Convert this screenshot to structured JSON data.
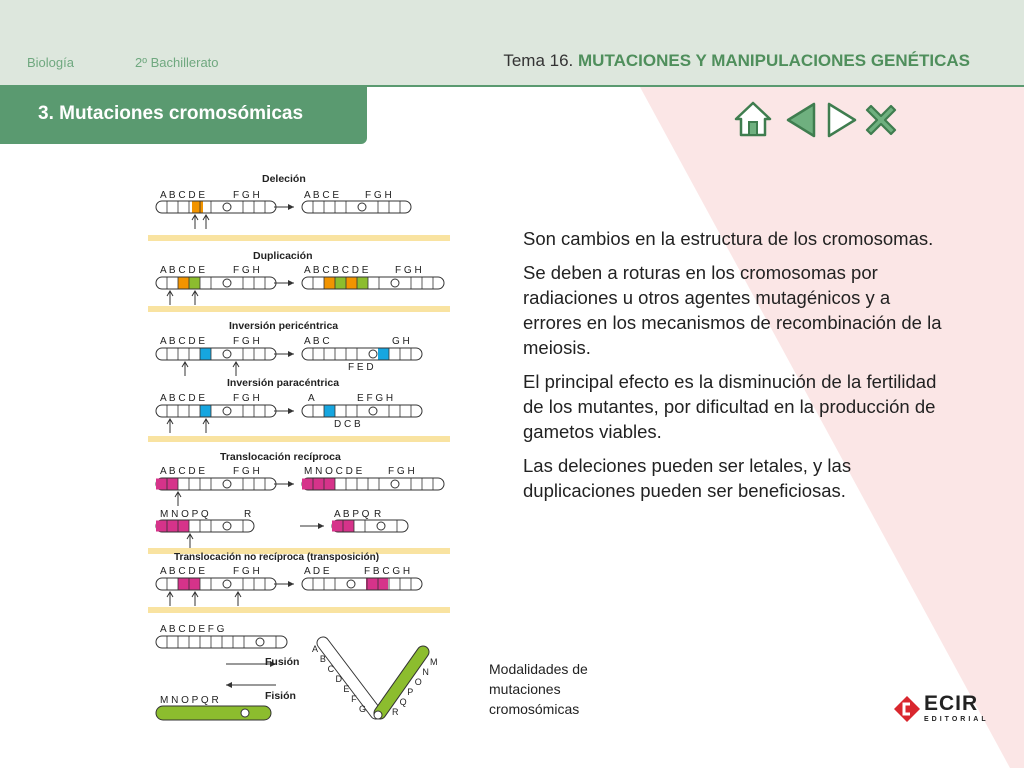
{
  "header": {
    "subject": "Biología",
    "course": "2º Bachillerato",
    "tema_prefix": "Tema 16.",
    "tema_title": "MUTACIONES Y MANIPULACIONES GENÉTICAS"
  },
  "section": {
    "title": "3. Mutaciones cromosómicas"
  },
  "nav": [
    "home-icon",
    "previous-icon",
    "next-icon",
    "close-icon"
  ],
  "body": [
    "Son cambios en la estructura de los cromosomas.",
    "Se deben a roturas en los cromosomas por radiaciones u otros agentes mutagénicos y a errores en los mecanismos de recombinación de la meiosis.",
    "El principal efecto es la disminución de la fertilidad de los mutantes, por dificultad en la producción de gametos viables.",
    "Las deleciones pueden ser letales, y las duplicaciones pueden ser beneficiosas."
  ],
  "caption": "Modalidades de mutaciones cromosómicas",
  "colors": {
    "green": "#5a9a70",
    "orange": "#f29400",
    "lime": "#8cbd2e",
    "blue": "#16a6e0",
    "magenta": "#d6338a",
    "band": "#f9e3a1"
  },
  "diagram": {
    "sections": {
      "delecion": "Deleción",
      "duplicacion": "Duplicación",
      "inv_peri": "Inversión pericéntrica",
      "inv_para": "Inversión paracéntrica",
      "trans_rec": "Translocación recíproca",
      "trans_norec": "Translocación no recíproca (transposición)",
      "fusion": "Fusión",
      "fision": "Fisión"
    },
    "seqs": {
      "abcde": "A B C D E",
      "fgh": "F G H",
      "abce": "A B C E",
      "abcbcde": "A B C B C D E",
      "abc": "A B C",
      "gh": "G H",
      "fed": "F  E D",
      "a": "A",
      "efgh": "E  F G H",
      "dcb": "D C B",
      "mnocde": "M N O C D E",
      "mnopq": "M N O P Q",
      "r": "R",
      "abpq": "A B P Q",
      "ade": "A D E",
      "fbcgh": "F B C G H",
      "abcdefg": "A B C D E F G",
      "mnopqr": "M N O P Q R"
    },
    "v_left": [
      "A",
      "B",
      "C",
      "D",
      "E",
      "F",
      "G"
    ],
    "v_right": [
      "M",
      "N",
      "O",
      "P",
      "Q",
      "R"
    ]
  },
  "logo": {
    "brand": "ECIR",
    "sub": "EDITORIAL"
  }
}
